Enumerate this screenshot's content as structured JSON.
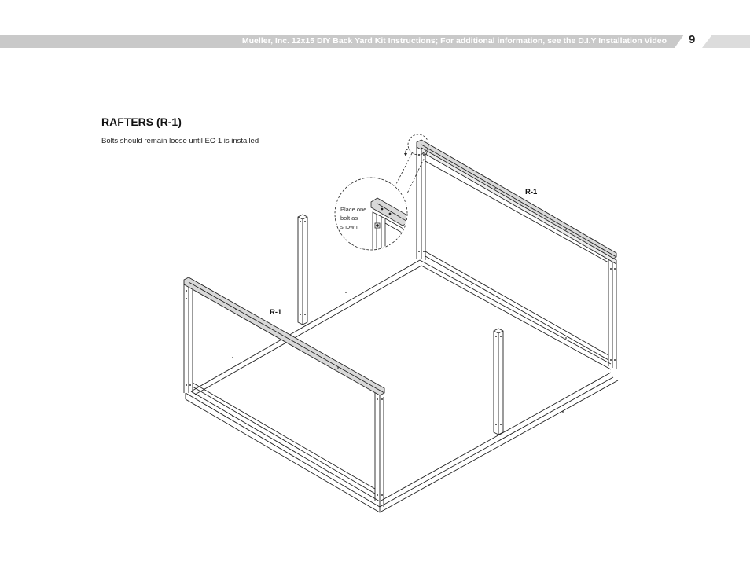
{
  "header": {
    "title": "Mueller, Inc. 12x15 DIY Back Yard Kit Instructions; For additional information, see the D.I.Y Installation Video",
    "page_number": "9",
    "band_color": "#c9c9c9",
    "number_tab_color": "#dcdcdc"
  },
  "section": {
    "title": "RAFTERS (R-1)",
    "note": "Bolts should remain loose until EC-1 is installed"
  },
  "diagram": {
    "callout_lines": [
      "Place one",
      "bolt as",
      "shown."
    ],
    "rafter_labels": {
      "back": "R-1",
      "front": "R-1"
    },
    "rafter_color": "#d9d9d9",
    "line_color": "#222222"
  }
}
